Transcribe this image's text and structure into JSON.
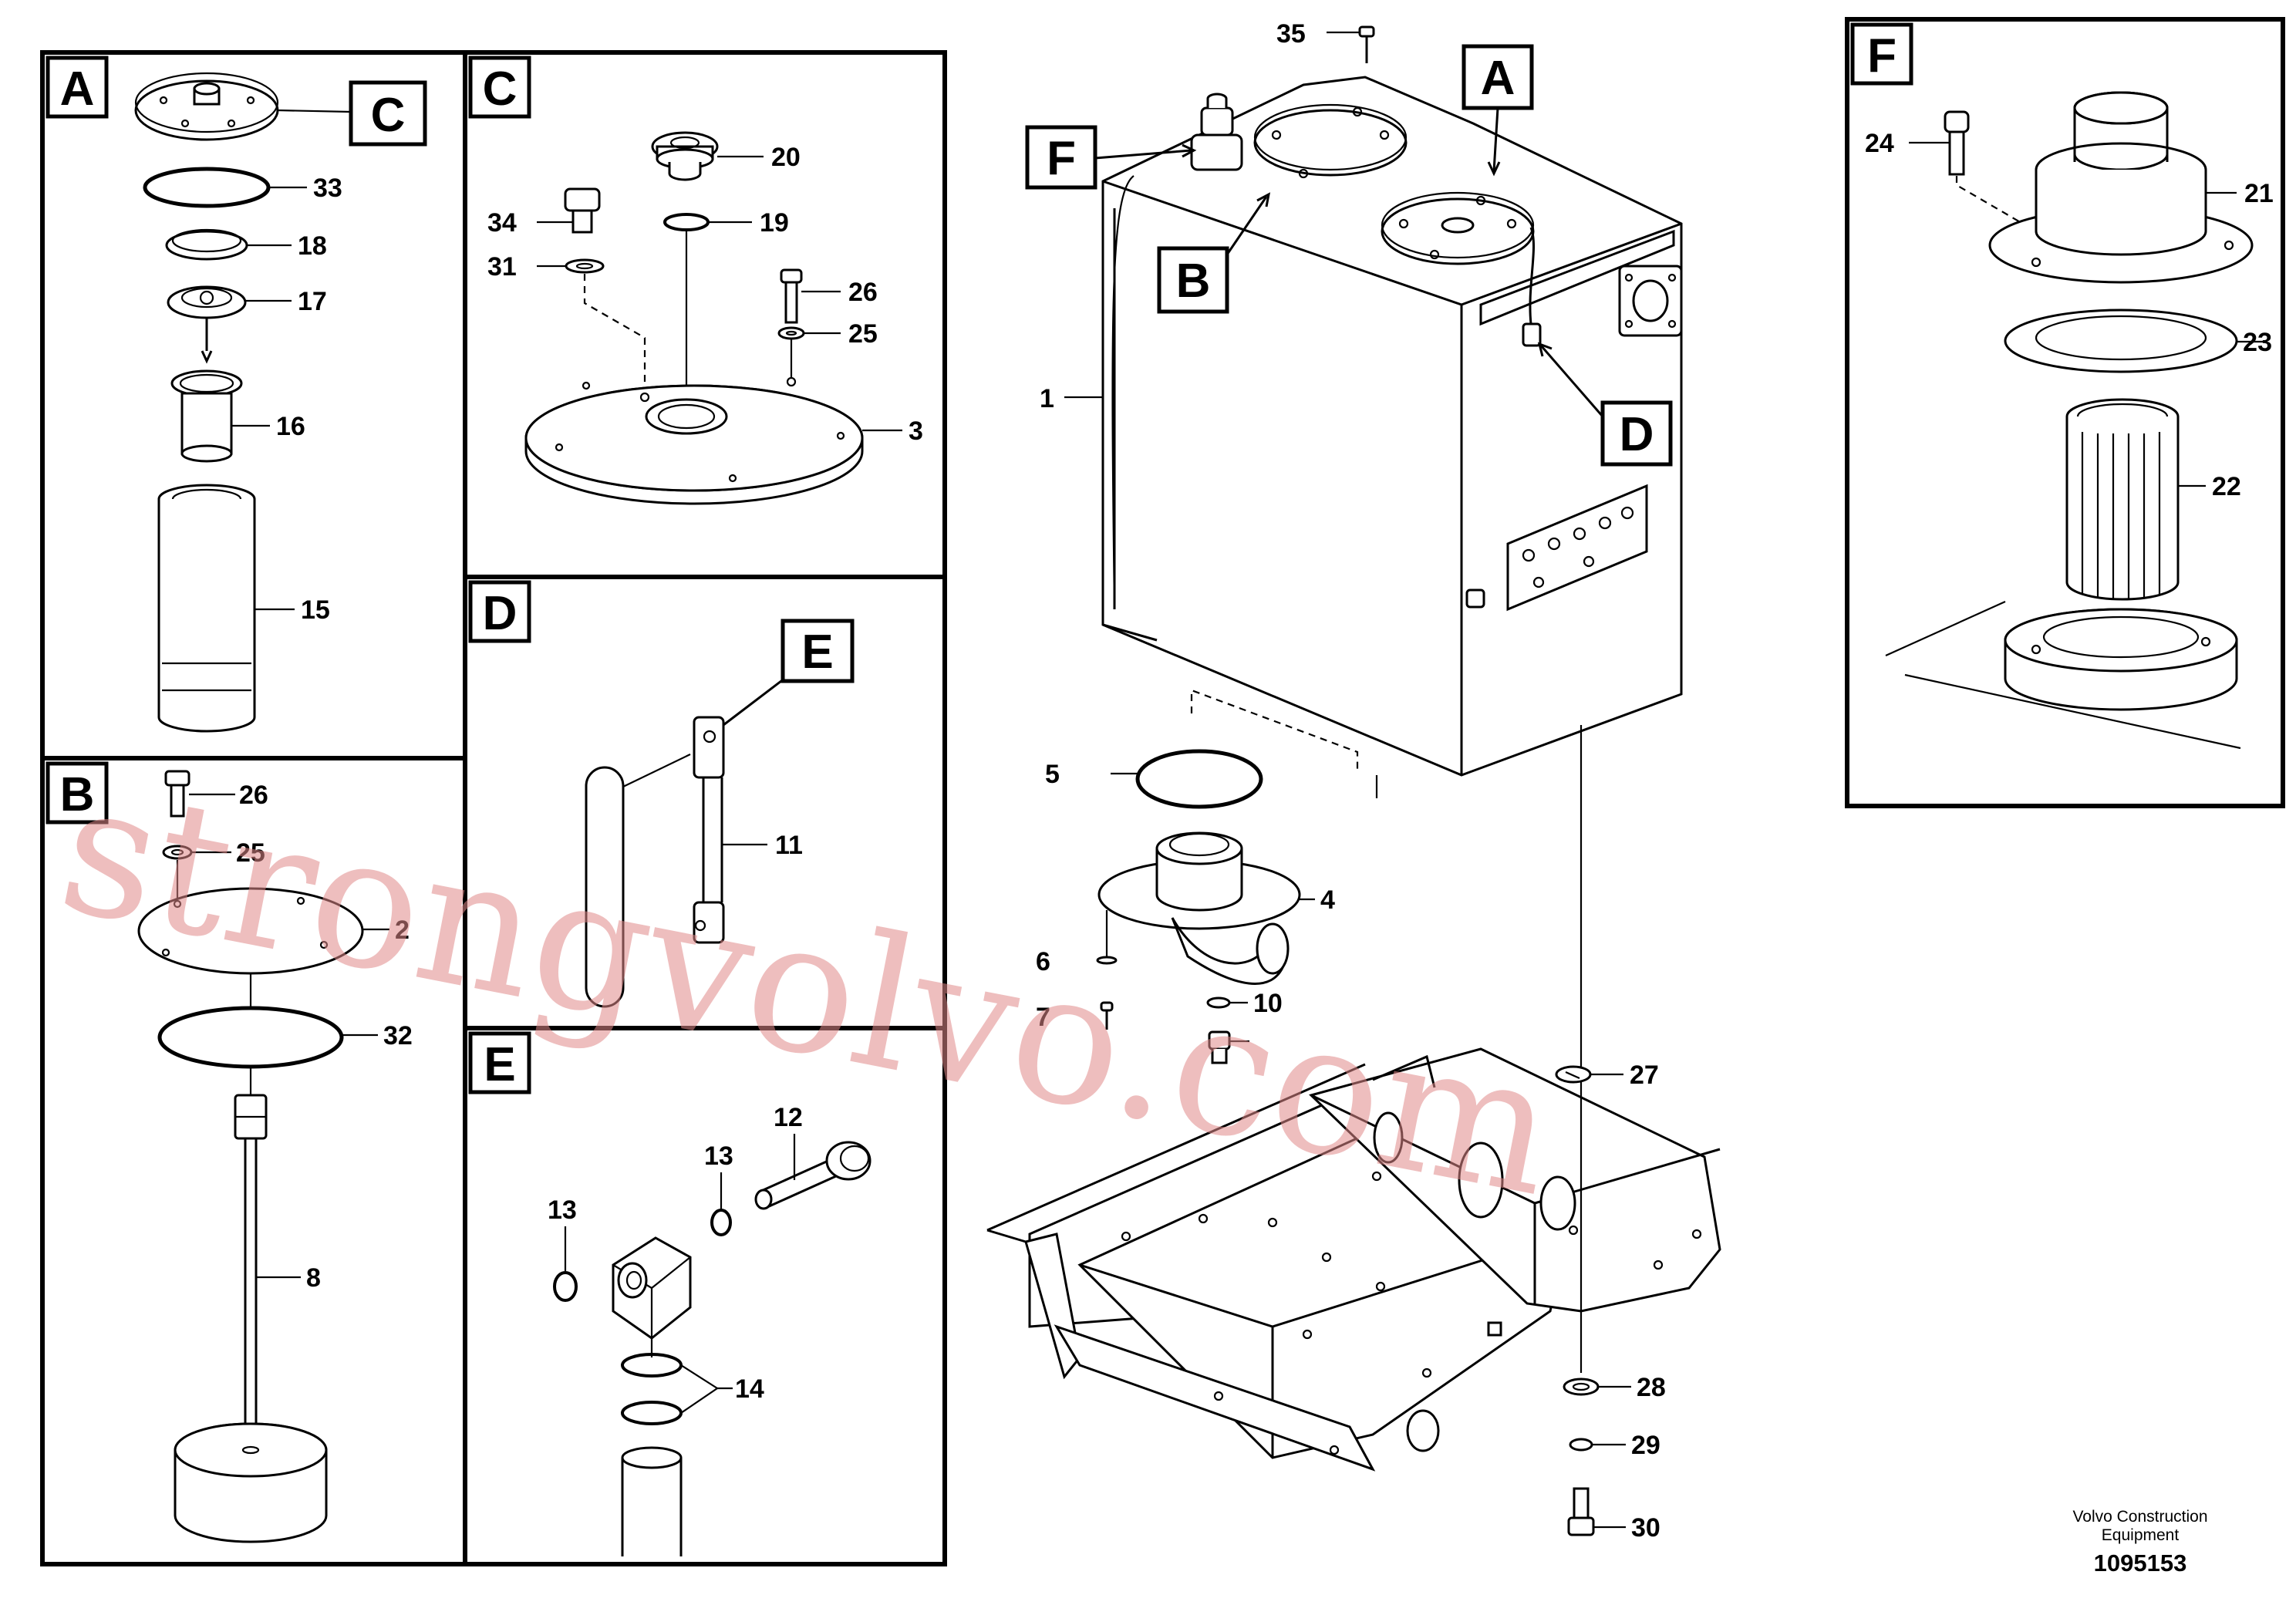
{
  "panels": {
    "A": {
      "title": "A",
      "callout": "C",
      "parts": [
        "33",
        "18",
        "17",
        "16",
        "15"
      ]
    },
    "B": {
      "title": "B",
      "parts": [
        "26",
        "25",
        "2",
        "32",
        "8"
      ]
    },
    "C": {
      "title": "C",
      "parts": [
        "20",
        "19",
        "34",
        "31",
        "26",
        "25",
        "3"
      ]
    },
    "D": {
      "title": "D",
      "callout": "E",
      "parts": [
        "11"
      ]
    },
    "E": {
      "title": "E",
      "parts": [
        "12",
        "13",
        "13",
        "14"
      ]
    },
    "F": {
      "title": "F",
      "parts": [
        "24",
        "21",
        "23",
        "22"
      ]
    }
  },
  "main": {
    "callouts": [
      "F",
      "A",
      "B",
      "D"
    ],
    "parts": [
      "35",
      "1",
      "5",
      "4",
      "6",
      "7",
      "10",
      "27",
      "28",
      "29",
      "30"
    ]
  },
  "watermark": "strongvolvo.com",
  "footer": {
    "company_line1": "Volvo Construction",
    "company_line2": "Equipment",
    "doc_number": "1095153"
  }
}
